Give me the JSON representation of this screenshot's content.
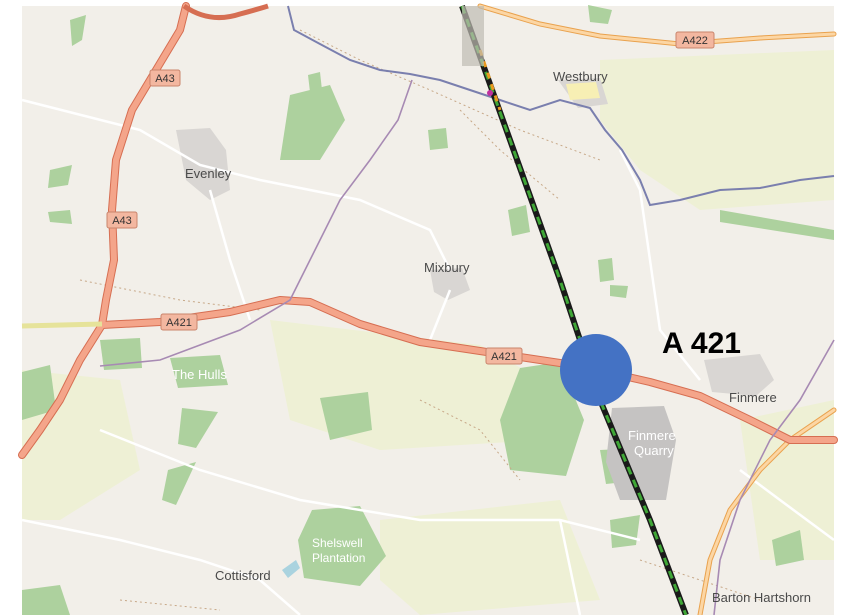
{
  "places": {
    "westbury": "Westbury",
    "evenley": "Evenley",
    "mixbury": "Mixbury",
    "the_hulls": "The Hulls",
    "finmere": "Finmere",
    "finmere_quarry_1": "Finmere",
    "finmere_quarry_2": "Quarry",
    "shelswell_1": "Shelswell",
    "shelswell_2": "Plantation",
    "cottisford": "Cottisford",
    "barton_hartshorn": "Barton Hartshorn"
  },
  "road_shields": {
    "a43_top": "A43",
    "a43_mid": "A43",
    "a421_left": "A421",
    "a421_mid": "A421",
    "a422": "A422"
  },
  "callout": {
    "label": "A 421",
    "marker_color": "#4472c4"
  },
  "colors": {
    "land": "#f2efe9",
    "woodland": "#add19e",
    "farmland": "#eef0d5",
    "primary_road": "#f4a58a",
    "secondary_road": "#f7c88c",
    "boundary": "#8a7fb0",
    "railway": "#1a1a1a"
  }
}
